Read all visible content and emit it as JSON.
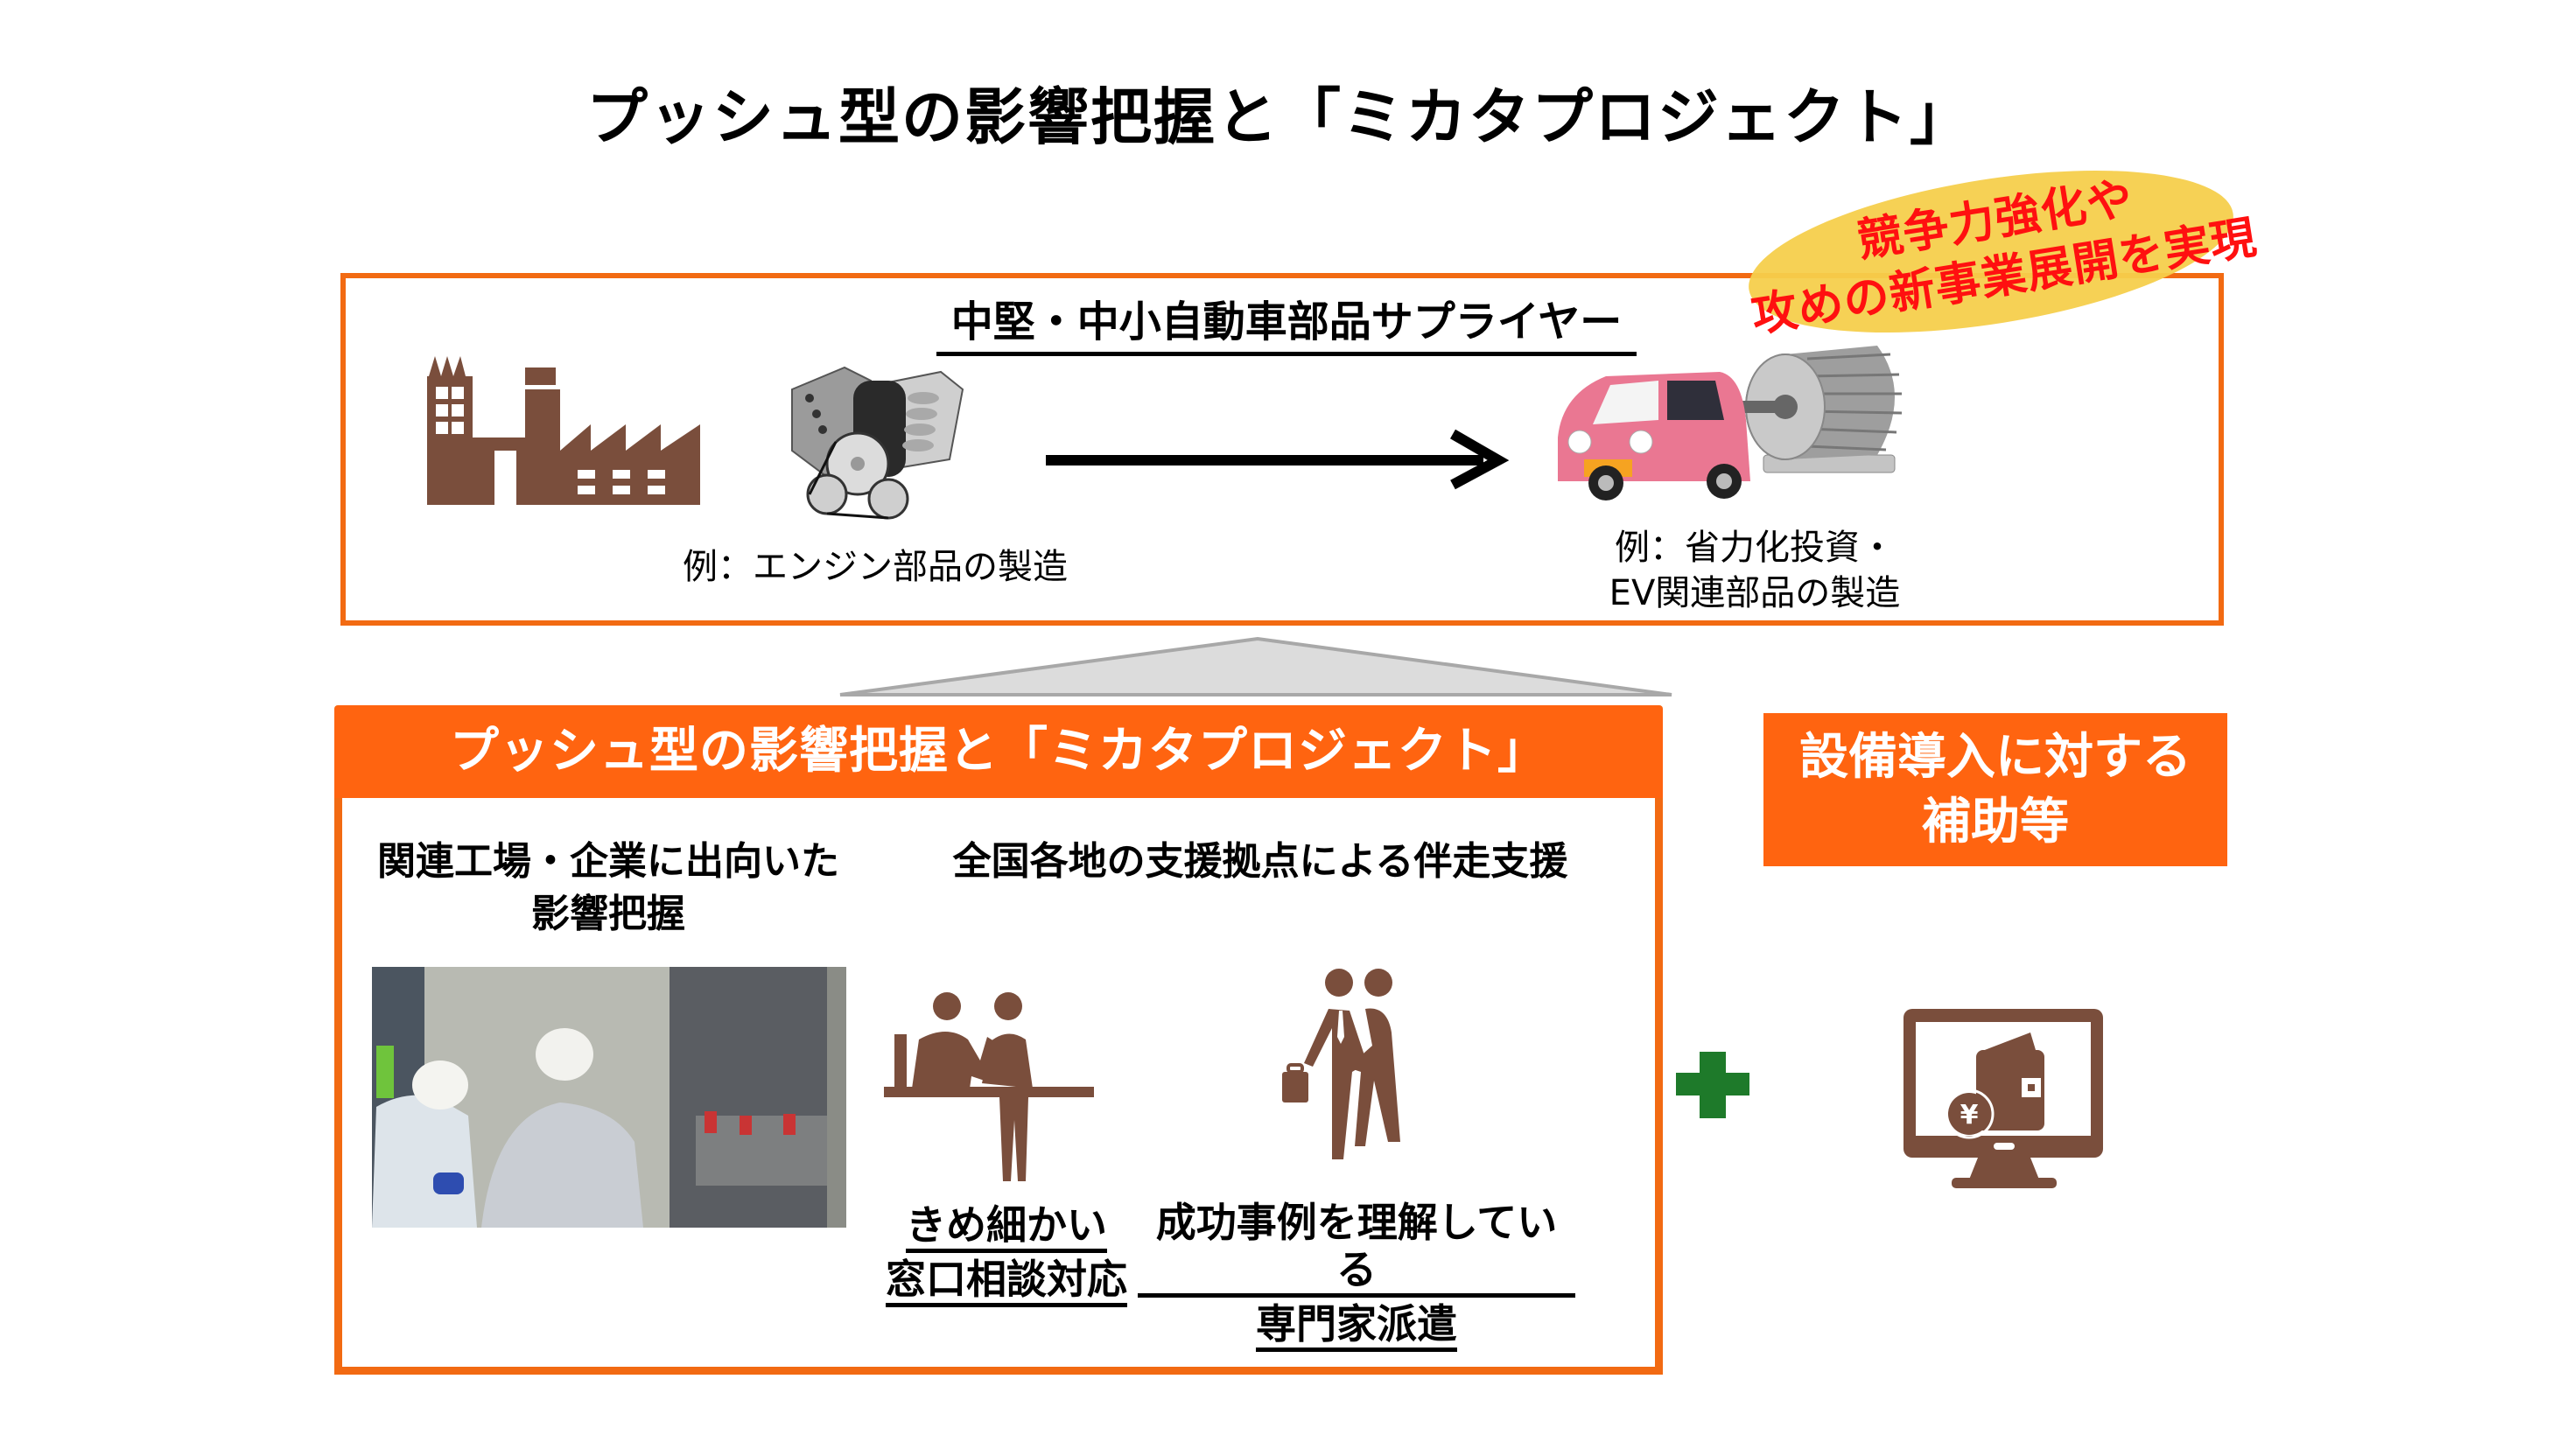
{
  "title": "プッシュ型の影響把握と「ミカタプロジェクト」",
  "highlight": {
    "line1": "競争力強化や",
    "line2": "攻めの新事業展開を実現"
  },
  "supplier_section": {
    "heading": "中堅・中小自動車部品サプライヤー",
    "before_caption": "例：エンジン部品の製造",
    "after_caption_line1": "例：省力化投資・",
    "after_caption_line2": "EV関連部品の製造",
    "before_icons": [
      "factory-icon",
      "engine-icon"
    ],
    "after_icons": [
      "car-icon",
      "motor-icon"
    ]
  },
  "project_section": {
    "header": "プッシュ型の影響把握と「ミカタプロジェクト」",
    "left_heading_line1": "関連工場・企業に出向いた",
    "left_heading_line2": "影響把握",
    "right_heading": "全国各地の支援拠点による伴走支援",
    "support_items": [
      {
        "icon": "reception-desk-icon",
        "line1": "きめ細かい",
        "line2": "窓口相談対応"
      },
      {
        "icon": "handshake-icon",
        "line1": "成功事例を理解している",
        "line2": "専門家派遣"
      }
    ]
  },
  "subsidy_section": {
    "line1": "設備導入に対する",
    "line2": "補助等",
    "icon": "monitor-wallet-yen-icon"
  },
  "colors": {
    "accent_orange": "#ff6410",
    "border_orange": "#f26a12",
    "icon_brown": "#7a4e3c",
    "highlight_yellow": "#f6cf4c",
    "highlight_red": "#ff1010",
    "plus_green": "#1e7a2a"
  }
}
